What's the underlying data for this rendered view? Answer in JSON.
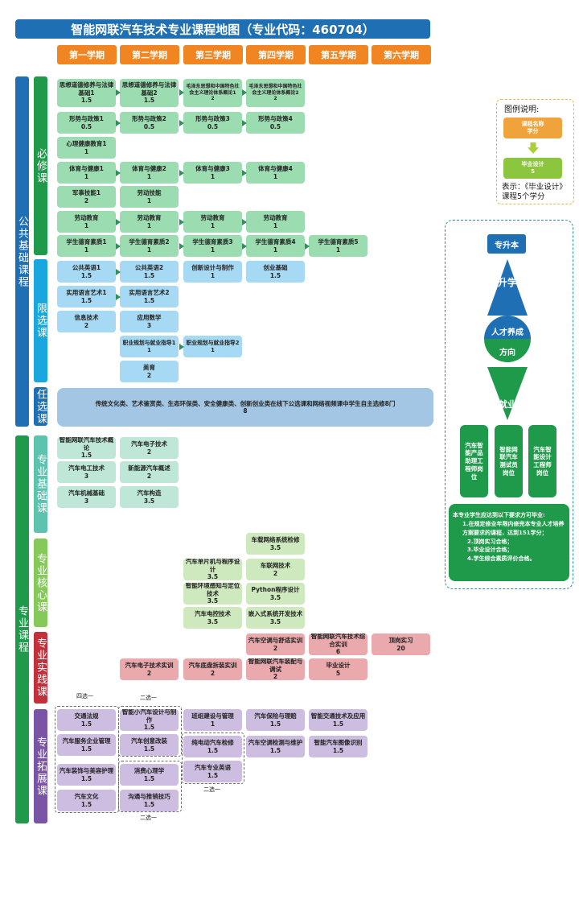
{
  "title": "智能网联汽车技术专业课程地图（专业代码：460704）",
  "semesters": [
    "第一学期",
    "第二学期",
    "第三学期",
    "第四学期",
    "第五学期",
    "第六学期"
  ],
  "categories": {
    "public": "公共基础课程",
    "required": "必修课",
    "limited": "限选课",
    "elective": "任选课",
    "major": "专业课程",
    "major_base": "专业基础课",
    "major_core": "专业核心课",
    "major_practice": "专业实践课",
    "major_ext": "专业拓展课"
  },
  "courses": {
    "sx1": {
      "name": "思想道德修养与法律基础1",
      "credit": "1.5"
    },
    "sx2": {
      "name": "思想道德修养与法律基础2",
      "credit": "1.5"
    },
    "mzd1": {
      "name": "毛泽东思想和中国特色社会主义理论体系概论1",
      "credit": "2"
    },
    "mzd2": {
      "name": "毛泽东思想和中国特色社会主义理论体系概论2",
      "credit": "2"
    },
    "xs1": {
      "name": "形势与政策1",
      "credit": "0.5"
    },
    "xs2": {
      "name": "形势与政策2",
      "credit": "0.5"
    },
    "xs3": {
      "name": "形势与政策3",
      "credit": "0.5"
    },
    "xs4": {
      "name": "形势与政策4",
      "credit": "0.5"
    },
    "xljk": {
      "name": "心理健康教育1",
      "credit": "1"
    },
    "ty1": {
      "name": "体育与健康1",
      "credit": "1"
    },
    "ty2": {
      "name": "体育与健康2",
      "credit": "1"
    },
    "ty3": {
      "name": "体育与健康3",
      "credit": "1"
    },
    "ty4": {
      "name": "体育与健康4",
      "credit": "1"
    },
    "js": {
      "name": "军事技能1",
      "credit": "2"
    },
    "ldjn": {
      "name": "劳动技能",
      "credit": "1"
    },
    "ld1": {
      "name": "劳动教育",
      "credit": "1"
    },
    "ld2": {
      "name": "劳动教育",
      "credit": "1"
    },
    "ld3": {
      "name": "劳动教育",
      "credit": "1"
    },
    "ld4": {
      "name": "劳动教育",
      "credit": "1"
    },
    "dy1": {
      "name": "学生德育素质1",
      "credit": "1"
    },
    "dy2": {
      "name": "学生德育素质2",
      "credit": "1"
    },
    "dy3": {
      "name": "学生德育素质3",
      "credit": "1"
    },
    "dy4": {
      "name": "学生德育素质4",
      "credit": "1"
    },
    "dy5": {
      "name": "学生德育素质5",
      "credit": "1"
    },
    "yy1": {
      "name": "公共英语1",
      "credit": "1.5"
    },
    "yy2": {
      "name": "公共英语2",
      "credit": "1.5"
    },
    "cx": {
      "name": "创新设计与制作",
      "credit": "1"
    },
    "cy": {
      "name": "创业基础",
      "credit": "1.5"
    },
    "yw1": {
      "name": "实用语言艺术1",
      "credit": "1.5"
    },
    "yw2": {
      "name": "实用语言艺术2",
      "credit": "1.5"
    },
    "xx": {
      "name": "信息技术",
      "credit": "2"
    },
    "sx": {
      "name": "应用数学",
      "credit": "3"
    },
    "zy1": {
      "name": "职业规划与就业指导1",
      "credit": "1"
    },
    "zy2": {
      "name": "职业规划与就业指导2",
      "credit": "1"
    },
    "my": {
      "name": "美育",
      "credit": "2"
    },
    "rx": {
      "name": "传统文化类、艺术鉴赏类、生态环保类、安全健康类、创新创业类在线下公选课和网络视频课中学生自主选修8门",
      "credit": "8"
    },
    "b1": {
      "name": "智能网联汽车技术概论",
      "credit": "1.5"
    },
    "b2": {
      "name": "汽车电子技术",
      "credit": "2"
    },
    "b3": {
      "name": "汽车电工技术",
      "credit": "3"
    },
    "b4": {
      "name": "新能源汽车概述",
      "credit": "2"
    },
    "b5": {
      "name": "汽车机械基础",
      "credit": "3"
    },
    "b6": {
      "name": "汽车构造",
      "credit": "3.5"
    },
    "k1": {
      "name": "车载网络系统检修",
      "credit": "3.5"
    },
    "k2": {
      "name": "汽车单片机与程序设计",
      "credit": "3.5"
    },
    "k3": {
      "name": "车联网技术",
      "credit": "2"
    },
    "k4": {
      "name": "智能环境感知与定位技术",
      "credit": "3.5"
    },
    "k5": {
      "name": "Python程序设计",
      "credit": "3.5"
    },
    "k6": {
      "name": "汽车电控技术",
      "credit": "3.5"
    },
    "k7": {
      "name": "嵌入式系统开发技术",
      "credit": "3.5"
    },
    "p1": {
      "name": "汽车空调与舒适实训",
      "credit": "2"
    },
    "p2": {
      "name": "智能网联汽车技术综合实训",
      "credit": "6"
    },
    "p3": {
      "name": "顶岗实习",
      "credit": "20"
    },
    "p4": {
      "name": "汽车电子技术实训",
      "credit": "2"
    },
    "p5": {
      "name": "汽车底盘拆装实训",
      "credit": "2"
    },
    "p6": {
      "name": "智能网联汽车装配与调试",
      "credit": "2"
    },
    "p7": {
      "name": "毕业设计",
      "credit": "5"
    },
    "e1": {
      "name": "交通法规",
      "credit": "1.5"
    },
    "e2": {
      "name": "智能小汽车设计与制作",
      "credit": "1.5"
    },
    "e3": {
      "name": "班组建设与管理",
      "credit": "1"
    },
    "e4": {
      "name": "汽车保险与理赔",
      "credit": "1.5"
    },
    "e5": {
      "name": "智能交通技术及应用",
      "credit": "1.5"
    },
    "e6": {
      "name": "汽车服务企业管理",
      "credit": "1.5"
    },
    "e7": {
      "name": "汽车创意改装",
      "credit": "1.5"
    },
    "e8": {
      "name": "纯电动汽车检修",
      "credit": "1.5"
    },
    "e9": {
      "name": "汽车空调检测与维护",
      "credit": "1.5"
    },
    "e10": {
      "name": "智能汽车图像识别",
      "credit": "1.5"
    },
    "e11": {
      "name": "汽车装饰与美容护理",
      "credit": "1.5"
    },
    "e12": {
      "name": "消费心理学",
      "credit": "1.5"
    },
    "e13": {
      "name": "汽车专业英语",
      "credit": "1.5"
    },
    "e14": {
      "name": "汽车文化",
      "credit": "1.5"
    },
    "e15": {
      "name": "沟通与推销技巧",
      "credit": "1.5"
    }
  },
  "choice_labels": {
    "c41": "四选一",
    "c21a": "二选一",
    "c21b": "二选一",
    "c21c": "二选一"
  },
  "legend": {
    "title": "图例说明:",
    "box1_name": "课程名称",
    "box1_credit": "学分",
    "box2_name": "毕业设计",
    "box2_credit": "5",
    "note": "表示：《毕业设计》课程5个学分"
  },
  "direction": {
    "upgrade_box": "专升本",
    "up_label": "升学",
    "circle_top": "人才养成",
    "circle_bottom": "方向",
    "down_label": "就业",
    "jobs": [
      "汽车智能产品助理工程师岗位",
      "智能网联汽车测试员岗位",
      "汽车智能设计工程师岗位"
    ]
  },
  "requirements": {
    "intro": "本专业学生应达到以下要求方可毕业:",
    "items": [
      "1.在规定修业年限内修完本专业人才培养方案要求的课程，达到151学分；",
      "2.顶岗实习合格；",
      "3.毕业设计合格；",
      "4.学生综合素质评价合格。"
    ]
  },
  "colors": {
    "title": "#1f6fb5",
    "semester": "#f08521",
    "required": "#1e9a4a",
    "limited": "#1aa6de",
    "major": "#1e9a4a"
  }
}
